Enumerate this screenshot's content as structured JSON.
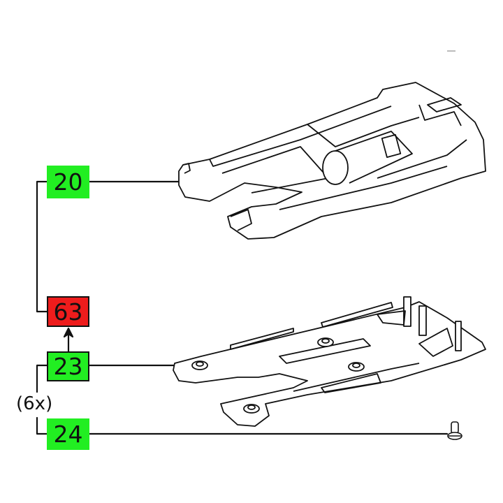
{
  "diagram": {
    "type": "exploded-parts-diagram",
    "colors": {
      "available_part": "#22ee22",
      "unavailable_part": "#ee1c1c",
      "line": "#111111",
      "background": "#ffffff"
    },
    "labels": [
      {
        "id": "20",
        "text": "20",
        "status": "available",
        "part": "upper housing shell"
      },
      {
        "id": "63",
        "text": "63",
        "status": "unavailable",
        "part": "assembly (contains 23)"
      },
      {
        "id": "23",
        "text": "23",
        "status": "available",
        "part": "base plate / lower housing"
      },
      {
        "id": "24",
        "text": "24",
        "status": "available",
        "part": "screw"
      }
    ],
    "quantity_note": "(6x)",
    "relations": [
      {
        "from": "23",
        "to": "63",
        "kind": "arrow"
      },
      {
        "from": "20",
        "to": "63",
        "kind": "bracket"
      },
      {
        "from": "23",
        "to": "24",
        "kind": "bracket",
        "label": "(6x)"
      }
    ]
  }
}
